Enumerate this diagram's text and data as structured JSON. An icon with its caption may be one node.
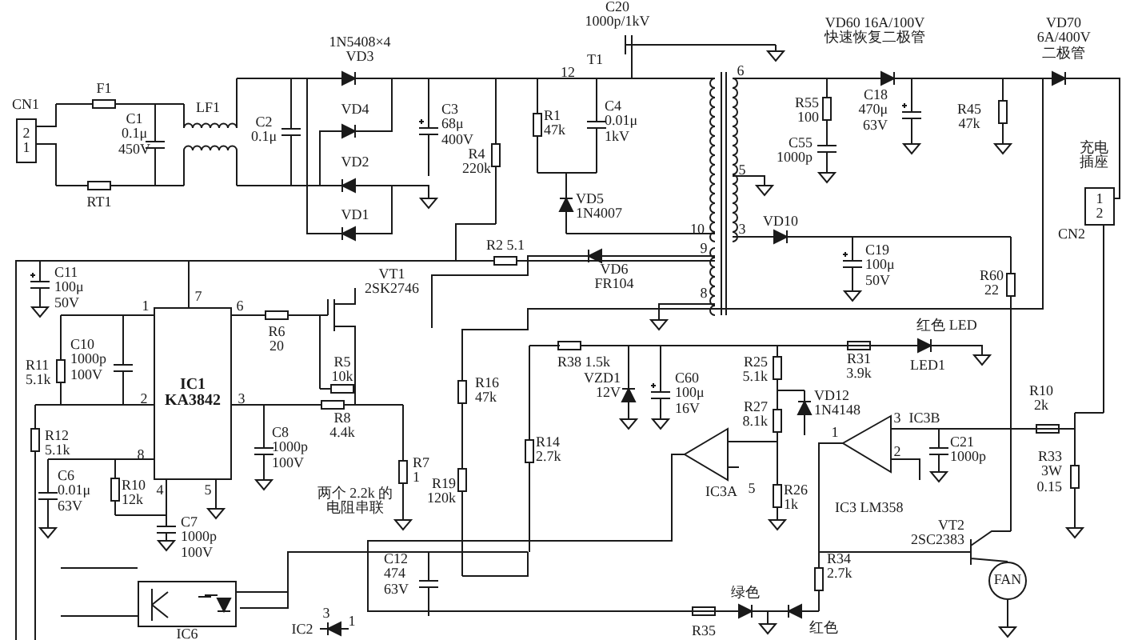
{
  "diagram": {
    "nodes": [
      {
        "text": [
          "2",
          "1"
        ],
        "beside": [
          "CN1"
        ]
      },
      {
        "text": [
          "IC1",
          "KA3842"
        ],
        "beside": [
          "7",
          "1",
          "6",
          "2",
          "3",
          "8",
          "4",
          "5"
        ]
      },
      {
        "text": [
          "1",
          "2"
        ],
        "beside": [
          "充电插座",
          "CN2"
        ]
      },
      {
        "text": [
          "FAN"
        ]
      },
      {
        "text": [],
        "shape": "box",
        "beside": [
          "IC6"
        ]
      }
    ],
    "labels": [
      "1N5408×4 VD3",
      "C20 1000p/1kV",
      "VD60 16A/100V 快速恢复二极管",
      "VD70 6A/400V 二极管",
      "12",
      "T1",
      "6",
      "F1",
      "C1 0.1μ 450V",
      "LF1",
      "C2 0.1μ",
      "VD4",
      "C3 68μ 400V",
      "R1 47k",
      "C4 0.01μ 1kV",
      "R55 100",
      "C18 470μ 63V",
      "R45 47k",
      "VD2",
      "R4 220k",
      "5",
      "C55 1000p",
      "RT1",
      "VD1",
      "VD5 1N4007",
      "10",
      "3",
      "VD10",
      "R2 5.1",
      "9",
      "C19 100μ 50V",
      "C11 100μ 50V",
      "VT1 2SK2746",
      "VD6 FR104",
      "8",
      "R60 22",
      "R11 5.1k",
      "C10 1000p 100V",
      "R6 20",
      "R5 10k",
      "R38 1.5k",
      "R25 5.1k",
      "R31 3.9k",
      "红色 LED",
      "LED1",
      "R16 47k",
      "VZD1 12V",
      "C60 100μ 16V",
      "R10 2k",
      "R27 8.1k",
      "VD12 1N4148",
      "1",
      "3",
      "IC3B",
      "R12 5.1k",
      "C8 1000p 100V",
      "R8 4.4k",
      "R14 2.7k",
      "2",
      "C21 1000p",
      "R33 3W 0.15",
      "C6 0.01μ 63V",
      "R10 12k",
      "两个 2.2k 的电阻串联",
      "R7 1",
      "R19 120k",
      "IC3A",
      "5",
      "R26 1k",
      "IC3 LM358",
      "C7 1000p 100V",
      "C12 474 63V",
      "R34 2.7k",
      "VT2 2SC2383",
      "绿色",
      "IC2",
      "3",
      "1",
      "R35",
      "红色"
    ]
  }
}
